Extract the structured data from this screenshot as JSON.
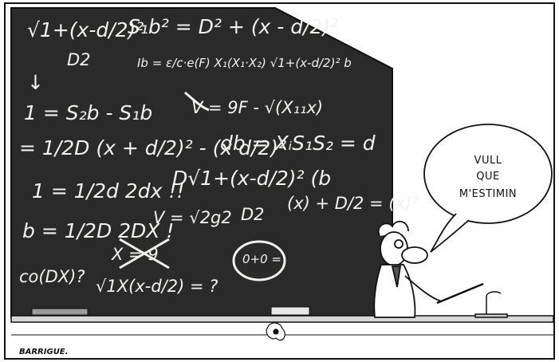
{
  "board": {
    "lines": [
      "√1+(x-d/2)²",
      "S₁b² = D² + (x - d/2)²",
      "D2",
      "Ib = ε/c·e(F) X₁(X₁·X₂) √1+(x-d/2)² b",
      "↓",
      "1 = S₂b - S₁b",
      "V = 9F - √(X₁₁x)",
      "= 1/2D (x + d/2)² - (x d/2)²",
      "db = XᵢS₁S₂ = d",
      "1 = 1/2d 2dx !!",
      "D√1+(x-d/2)² (b",
      "b = 1/2D 2DX !",
      "V = √2g2",
      "D2",
      "(x) + D/2 = (x)²",
      "X = 9",
      "co(DX)?",
      "√1X(x-d/2) = ?",
      "0+0 ="
    ]
  },
  "speech_bubble": {
    "lines": [
      "VULL",
      "QUE",
      "M'ESTIMIN"
    ]
  },
  "signature": "BARRIGUE.",
  "colors": {
    "board": "#2b2b2b",
    "chalk": "#f2f2ee",
    "ink": "#111111",
    "paper": "#ffffff",
    "tray": "#d8d8d8"
  }
}
